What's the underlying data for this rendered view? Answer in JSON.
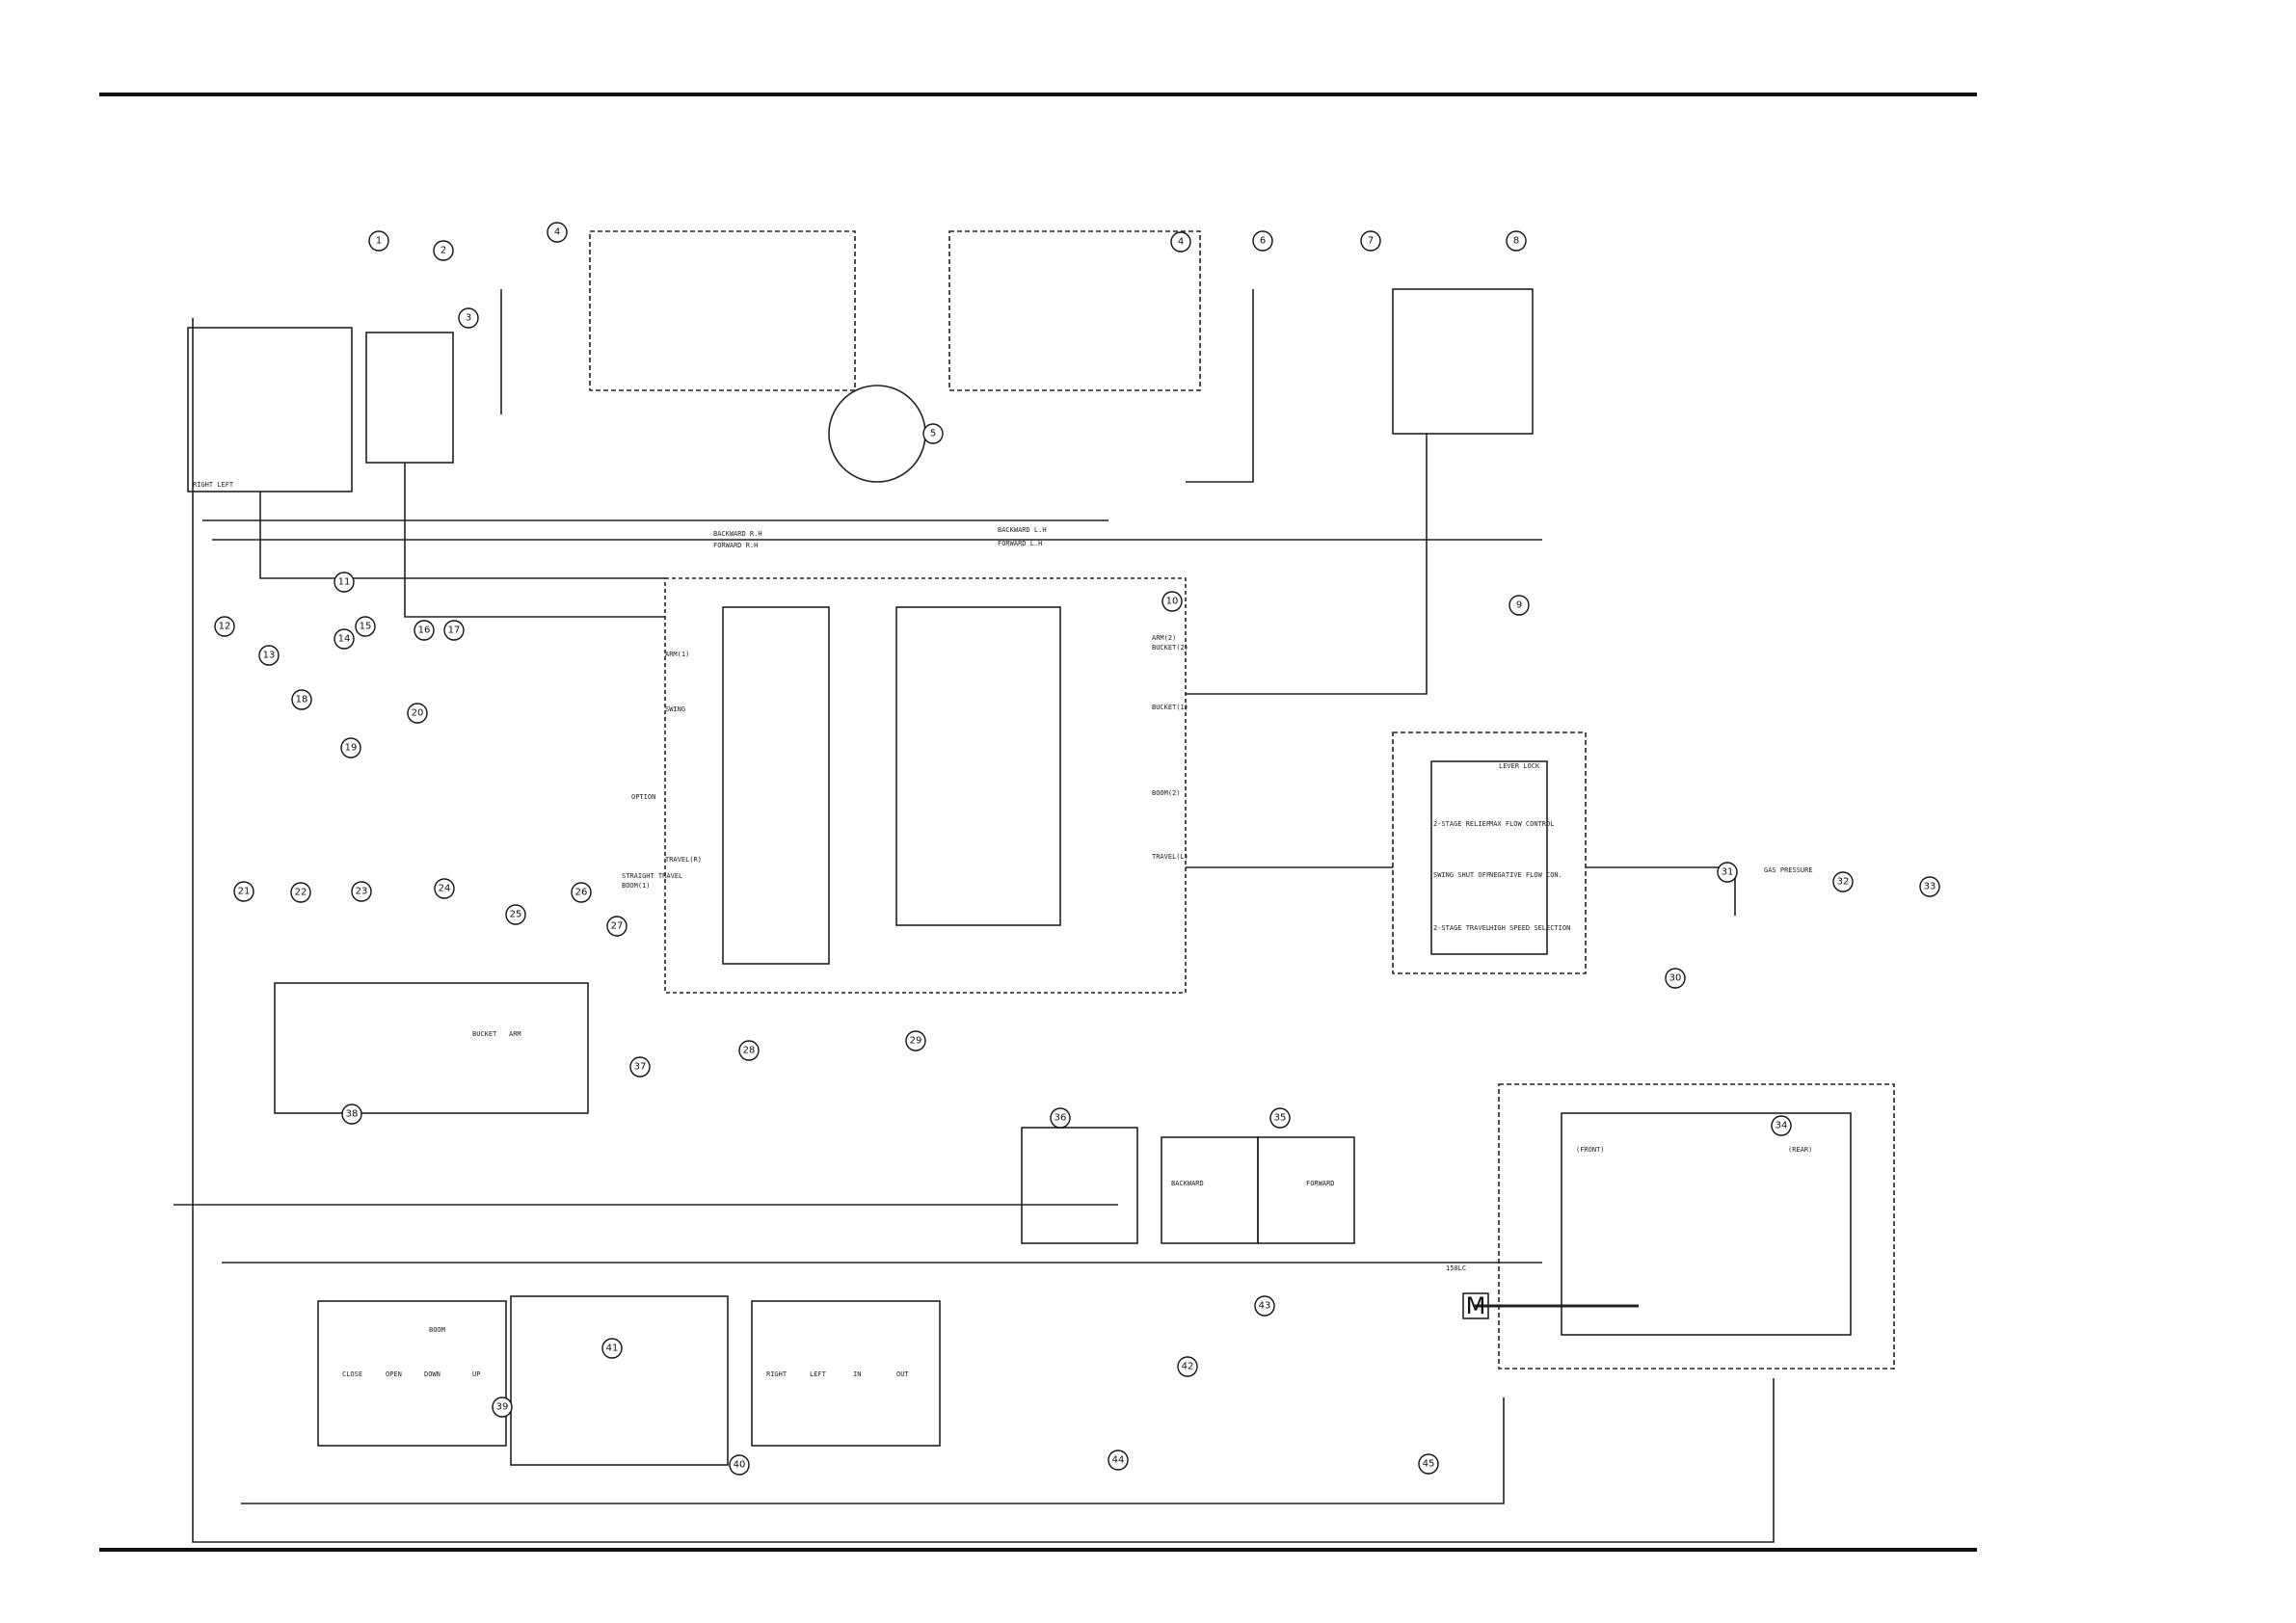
{
  "diagram": {
    "title": "",
    "motor_label": "M",
    "text_labels": {
      "backward_rh": "BACKWARD R.H",
      "forward_rh": "FORWARD R.H",
      "backward_lh": "BACKWARD L.H",
      "forward_lh": "FORWARD L.H",
      "arm1": "ARM(1)",
      "arm2": "ARM(2)",
      "bucket2": "BUCKET(2)",
      "bucket1": "BUCKET(1)",
      "swing": "SWING",
      "option": "OPTION",
      "boom2": "BOOM(2)",
      "travel_r": "TRAVEL(R)",
      "travel_l": "TRAVEL(L)",
      "straight_travel": "STRAIGHT TRAVEL",
      "boom1": "BOOM(1)",
      "right_left": "RIGHT   LEFT",
      "lever_lock": "LEVER LOCK",
      "max_flow": "MAX FLOW CONTROL",
      "neg_flow": "NEGATIVE FLOW CON.",
      "high_speed": "HIGH SPEED SELECTION",
      "two_stage_travel": "2-STAGE TRAVEL",
      "two_stage_relief": "2-STAGE RELIEF",
      "swing_shut_off": "SWING SHUT OFF",
      "gas_pressure": "GAS PRESSURE",
      "front": "(FRONT)",
      "rear": "(REAR)",
      "model": "150LC",
      "backward": "BACKWARD",
      "forward": "FORWARD",
      "arm": "ARM",
      "bucket": "BUCKET",
      "boom": "BOOM",
      "close": "CLOSE",
      "open": "OPEN",
      "down": "DOWN",
      "up": "UP",
      "right": "RIGHT",
      "left": "LEFT",
      "in": "IN",
      "out": "OUT"
    },
    "callouts": [
      "1",
      "2",
      "3",
      "4",
      "4",
      "5",
      "6",
      "7",
      "8",
      "9",
      "10",
      "11",
      "12",
      "13",
      "14",
      "15",
      "16",
      "17",
      "18",
      "19",
      "20",
      "21",
      "22",
      "23",
      "24",
      "25",
      "26",
      "27",
      "28",
      "29",
      "30",
      "31",
      "32",
      "33",
      "34",
      "35",
      "36",
      "37",
      "38",
      "39",
      "40",
      "41",
      "42",
      "43",
      "44",
      "45"
    ]
  }
}
